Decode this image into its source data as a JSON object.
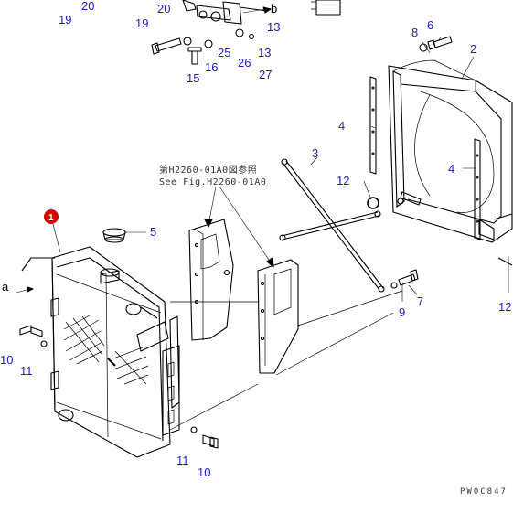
{
  "callouts": {
    "c20_top": "20",
    "c19_top": "19",
    "c20": "20",
    "c19": "19",
    "c13_a": "13",
    "c13_b": "13",
    "c25": "25",
    "c16": "16",
    "c26": "26",
    "c15": "15",
    "c27": "27",
    "c8": "8",
    "c6": "6",
    "c2": "2",
    "c4_left": "4",
    "c4_right": "4",
    "c3": "3",
    "c12": "12",
    "c12_edge": "12",
    "c5": "5",
    "c7": "7",
    "c9": "9",
    "c10_left": "10",
    "c11_left": "11",
    "c11_bottom": "11",
    "c10_bottom": "10",
    "letter_a": "a",
    "letter_b": "b"
  },
  "highlight": {
    "label": "1",
    "color": "#d10000"
  },
  "reference_note": {
    "line1": "第H2260-01A0図参照",
    "line2": "See Fig.H2260-01A0"
  },
  "drawing_code": "PW0C847",
  "colors": {
    "callout": "#1c1cc8",
    "linework": "#000000"
  }
}
